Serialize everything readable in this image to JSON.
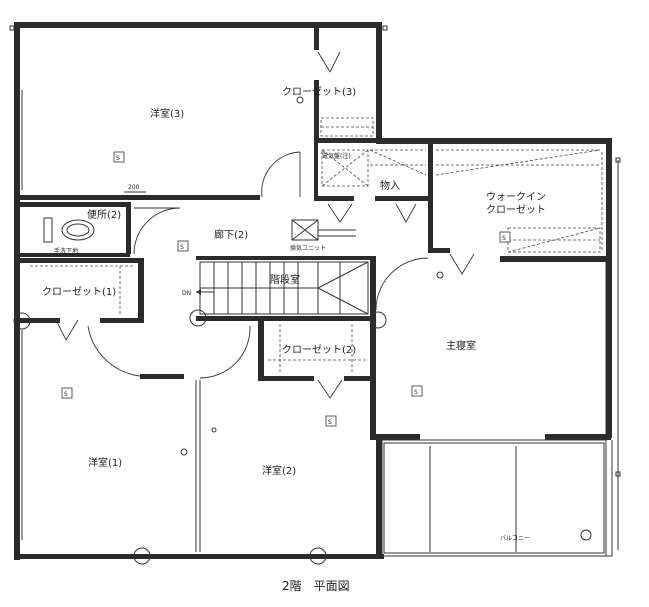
{
  "plan": {
    "rooms": {
      "western_3": "洋室(3)",
      "closet_3": "クローゼット(3)",
      "storage": "物入",
      "walk_in_closet_line1": "ウォークイン",
      "walk_in_closet_line2": "クローゼット",
      "toilet_2": "便所(2)",
      "hallway_2": "廊下(2)",
      "stair_room": "階段室",
      "closet_1": "クローゼット(1)",
      "closet_2": "クローゼット(2)",
      "master_bedroom": "主寝室",
      "western_1": "洋室(1)",
      "western_2": "洋室(2)",
      "balcony": "バルコニー"
    },
    "small_labels": {
      "dimension_200": "200",
      "hand_wash": "手洗下地",
      "vent_unit": "換気ユニット",
      "pipe_space": "電気盤(注)",
      "down_mark": "DN",
      "sensor_symbol": "S"
    },
    "title": "2階　平面図"
  }
}
